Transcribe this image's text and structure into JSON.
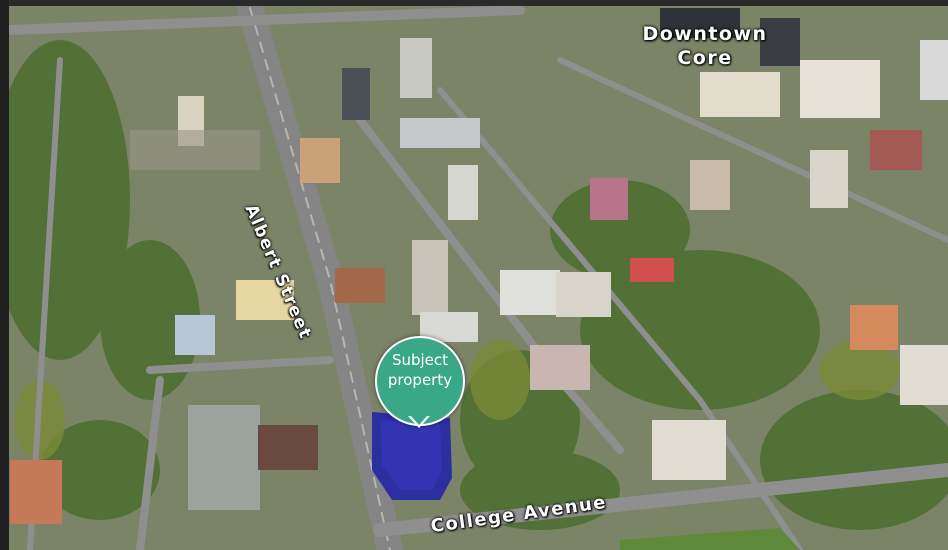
{
  "map": {
    "labels": {
      "downtown_line1": "Downtown",
      "downtown_line2": "Core",
      "albert_street": "Albert Street",
      "college_avenue": "College Avenue"
    },
    "marker": {
      "line1": "Subject",
      "line2": "property",
      "color": "#3aa787"
    },
    "colors": {
      "subject_building": "#2b2fa0",
      "road": "#8b8b8b",
      "vegetation": "#4d6b2e"
    }
  }
}
